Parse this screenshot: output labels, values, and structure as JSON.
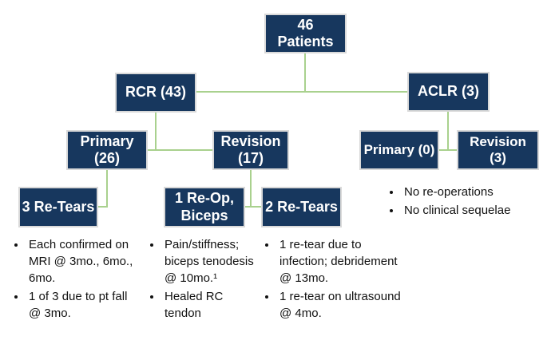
{
  "colors": {
    "box_fill": "#17375e",
    "box_border": "#d9d9d9",
    "connector": "#a9d18e",
    "box_text": "#ffffff",
    "note_text": "#111111",
    "background": "#ffffff"
  },
  "flow": {
    "nodes": {
      "patients": "46 Patients",
      "rcr": "RCR (43)",
      "aclr": "ACLR (3)",
      "rcr_primary": "Primary (26)",
      "rcr_revision": "Revision (17)",
      "aclr_primary": "Primary (0)",
      "aclr_revision": "Revision (3)",
      "primary_retears": "3 Re-Tears",
      "revision_reop": "1 Re-Op, Biceps",
      "revision_retears": "2 Re-Tears"
    }
  },
  "notes": {
    "retears3": [
      "Each confirmed on MRI @ 3mo., 6mo., 6mo.",
      "1 of 3 due to pt fall @ 3mo."
    ],
    "reop": [
      "Pain/stiffness; biceps tenodesis @ 10mo.¹",
      "Healed RC tendon"
    ],
    "retears2": [
      "1 re-tear due to infection; debridement @ 13mo.",
      "1 re-tear on ultrasound @ 4mo."
    ],
    "aclr": [
      "No re-operations",
      "No clinical sequelae"
    ]
  }
}
